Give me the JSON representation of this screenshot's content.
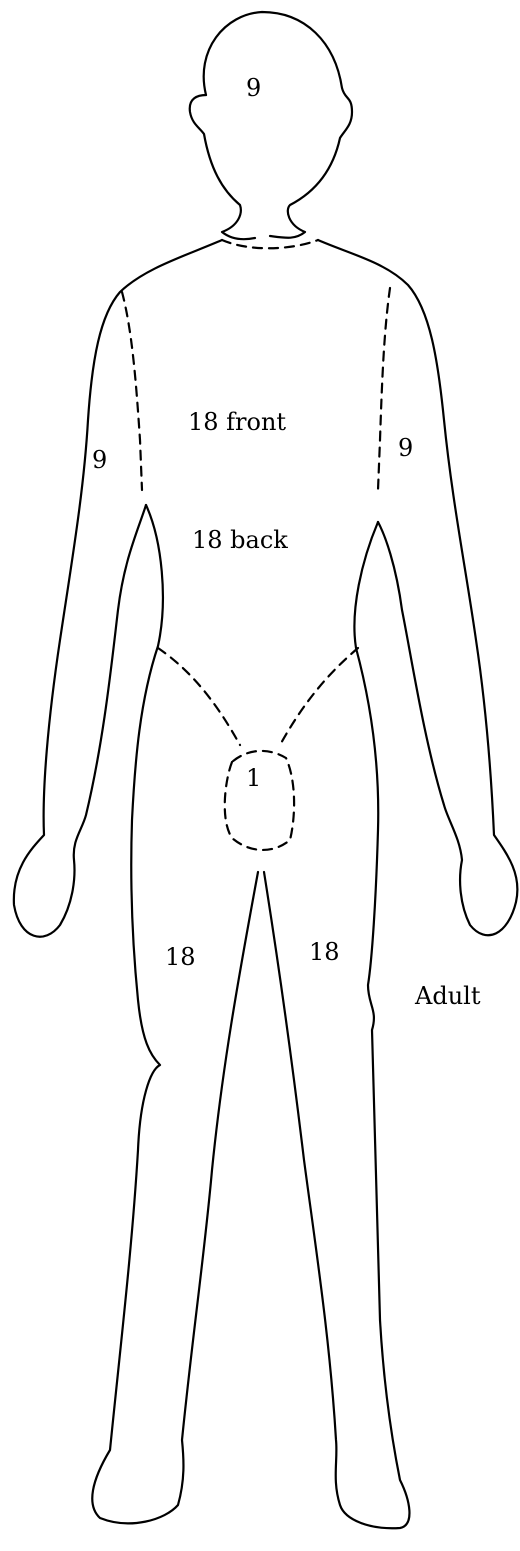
{
  "diagram": {
    "caption": "Adult",
    "regions": {
      "head": "9",
      "trunk_front": "18 front",
      "trunk_back": "18 back",
      "right_arm": "9",
      "left_arm": "9",
      "perineum": "1",
      "right_leg": "18",
      "left_leg": "18"
    }
  }
}
